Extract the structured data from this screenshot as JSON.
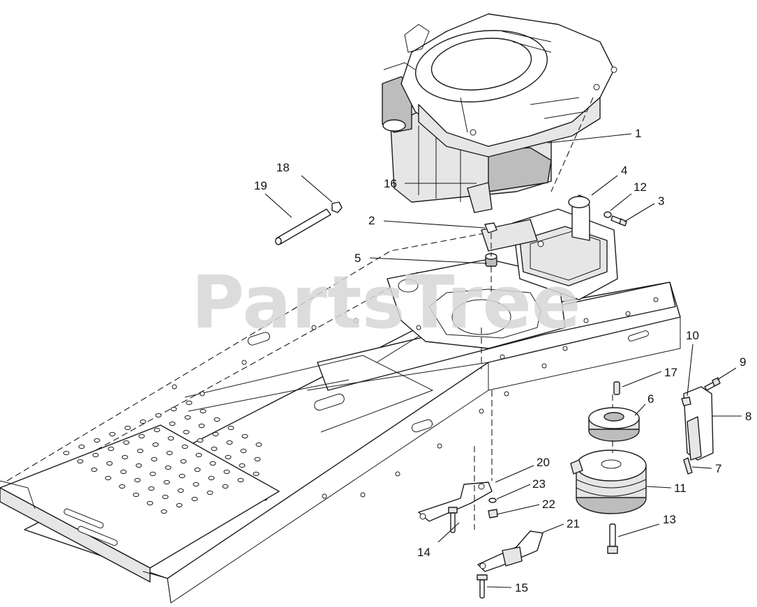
{
  "watermark": {
    "text": "PartsTree",
    "trademark": "™"
  },
  "callouts": [
    {
      "id": "1",
      "label": "1"
    },
    {
      "id": "2",
      "label": "2"
    },
    {
      "id": "3",
      "label": "3"
    },
    {
      "id": "4",
      "label": "4"
    },
    {
      "id": "5",
      "label": "5"
    },
    {
      "id": "6",
      "label": "6"
    },
    {
      "id": "7",
      "label": "7"
    },
    {
      "id": "8",
      "label": "8"
    },
    {
      "id": "9",
      "label": "9"
    },
    {
      "id": "10",
      "label": "10"
    },
    {
      "id": "11",
      "label": "11"
    },
    {
      "id": "12",
      "label": "12"
    },
    {
      "id": "13",
      "label": "13"
    },
    {
      "id": "14",
      "label": "14"
    },
    {
      "id": "15",
      "label": "15"
    },
    {
      "id": "16",
      "label": "16"
    },
    {
      "id": "17",
      "label": "17"
    },
    {
      "id": "18",
      "label": "18"
    },
    {
      "id": "19",
      "label": "19"
    },
    {
      "id": "20",
      "label": "20"
    },
    {
      "id": "21",
      "label": "21"
    },
    {
      "id": "22",
      "label": "22"
    },
    {
      "id": "23",
      "label": "23"
    }
  ]
}
